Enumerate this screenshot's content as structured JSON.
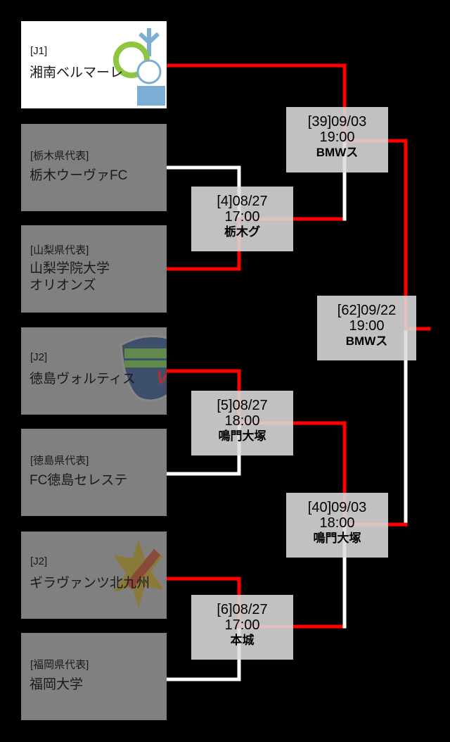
{
  "teams": [
    {
      "level": "[J1]",
      "name": "湘南ベルマーレ"
    },
    {
      "level": "[栃木県代表]",
      "name": "栃木ウーヴァFC"
    },
    {
      "level": "[山梨県代表]",
      "name": "山梨学院大学\nオリオンズ"
    },
    {
      "level": "[J2]",
      "name": "徳島ヴォルティス"
    },
    {
      "level": "[徳島県代表]",
      "name": "FC徳島セレステ"
    },
    {
      "level": "[J2]",
      "name": "ギラヴァンツ北九州"
    },
    {
      "level": "[福岡県代表]",
      "name": "福岡大学"
    }
  ],
  "matches": {
    "m4": {
      "id_date": "[4]08/27",
      "time": "17:00",
      "venue": "栃木グ"
    },
    "m5": {
      "id_date": "[5]08/27",
      "time": "18:00",
      "venue": "鳴門大塚"
    },
    "m6": {
      "id_date": "[6]08/27",
      "time": "17:00",
      "venue": "本城"
    },
    "m39": {
      "id_date": "[39]09/03",
      "time": "19:00",
      "venue": "BMWス"
    },
    "m40": {
      "id_date": "[40]09/03",
      "time": "18:00",
      "venue": "鳴門大塚"
    },
    "m62": {
      "id_date": "[62]09/22",
      "time": "19:00",
      "venue": "BMWス"
    }
  },
  "colors": {
    "winner_line": "#ff0000",
    "loser_line": "#ffffff",
    "team_bg": "#808080",
    "match_bg": "#dcdcdc"
  }
}
